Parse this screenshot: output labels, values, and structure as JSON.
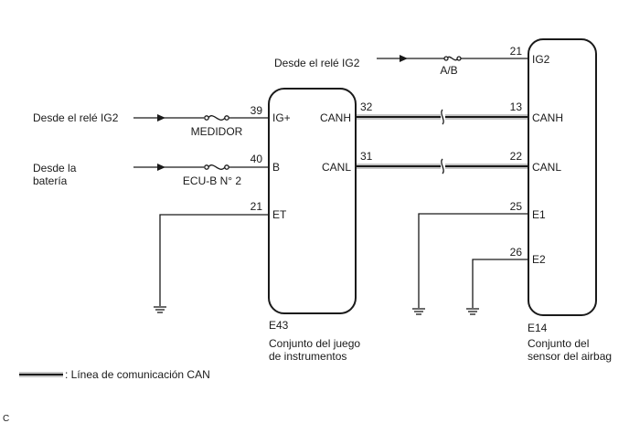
{
  "inputs": {
    "ig2_airbag_source": "Desde el relé IG2",
    "ig2_meter_source": "Desde el relé IG2",
    "battery_source_line1": "Desde la",
    "battery_source_line2": "batería"
  },
  "fuses": {
    "airbag": "A/B",
    "meter": "MEDIDOR",
    "ecu_b": "ECU-B N° 2"
  },
  "e43": {
    "code": "E43",
    "name_line1": "Conjunto del juego",
    "name_line2": "de instrumentos",
    "pins": {
      "ig_plus": {
        "num": "39",
        "label": "IG+"
      },
      "b": {
        "num": "40",
        "label": "B"
      },
      "et": {
        "num": "21",
        "label": "ET"
      },
      "canh": {
        "num": "32",
        "label": "CANH"
      },
      "canl": {
        "num": "31",
        "label": "CANL"
      }
    }
  },
  "e14": {
    "code": "E14",
    "name_line1": "Conjunto del",
    "name_line2": "sensor del airbag",
    "pins": {
      "ig2": {
        "num": "21",
        "label": "IG2"
      },
      "canh": {
        "num": "13",
        "label": "CANH"
      },
      "canl": {
        "num": "22",
        "label": "CANL"
      },
      "e1": {
        "num": "25",
        "label": "E1"
      },
      "e2": {
        "num": "26",
        "label": "E2"
      }
    }
  },
  "legend": {
    "can_line": ": Línea de comunicación CAN"
  },
  "footer": {
    "code": "C"
  }
}
